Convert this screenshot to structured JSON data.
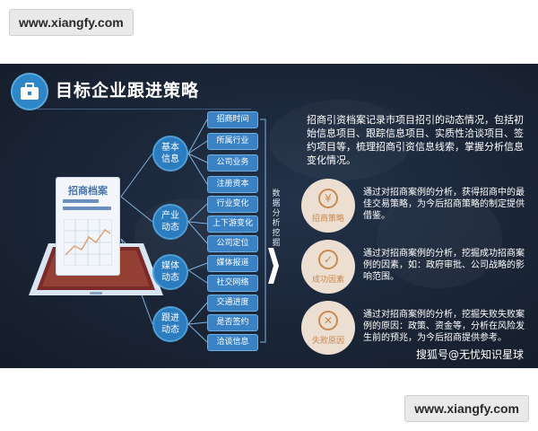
{
  "watermark": {
    "top": "www.xiangfy.com",
    "bottom": "www.xiangfy.com"
  },
  "header": {
    "title": "目标企业跟进策略"
  },
  "document": {
    "title": "招商档案"
  },
  "categories": [
    {
      "label": "基本信息",
      "items": [
        "招商时间",
        "所属行业",
        "公司业务",
        "注册资本"
      ]
    },
    {
      "label": "产业动态",
      "items": [
        "行业变化",
        "上下游变化",
        "公司定位"
      ]
    },
    {
      "label": "媒体动态",
      "items": [
        "媒体报道",
        "社交网络"
      ]
    },
    {
      "label": "跟进动态",
      "items": [
        "交通进度",
        "是否签约",
        "洽谈信息"
      ]
    }
  ],
  "middle_text": "数据分析挖掘",
  "intro": "招商引资档案记录市项目招引的动态情况，包括初始信息项目、跟踪信息项目、实质性洽谈项目、签约项目等，梳理招商引资信息线索，掌握分析信息变化情况。",
  "analysis": [
    {
      "icon": "yen-icon",
      "glyph": "¥",
      "label": "招商策略",
      "text": "通过对招商案例的分析，获得招商中的最佳交易策略，为今后招商策略的制定提供借鉴。"
    },
    {
      "icon": "check-icon",
      "glyph": "✓",
      "label": "成功因素",
      "text": "通过对招商案例的分析，挖掘成功招商案例的因素，如：政府审批、公司战略的影响范围。"
    },
    {
      "icon": "x-icon",
      "glyph": "✕",
      "label": "失败原因",
      "text": "通过对招商案例的分析，挖掘失败失败案例的原因：政策、资金等，分析在风险发生前的预兆，为今后招商提供参考。"
    }
  ],
  "credit": "搜狐号@无忧知识星球",
  "colors": {
    "slide_bg": "#1a2536",
    "accent_blue": "#3a82c4",
    "accent_tan": "#c98a52"
  }
}
